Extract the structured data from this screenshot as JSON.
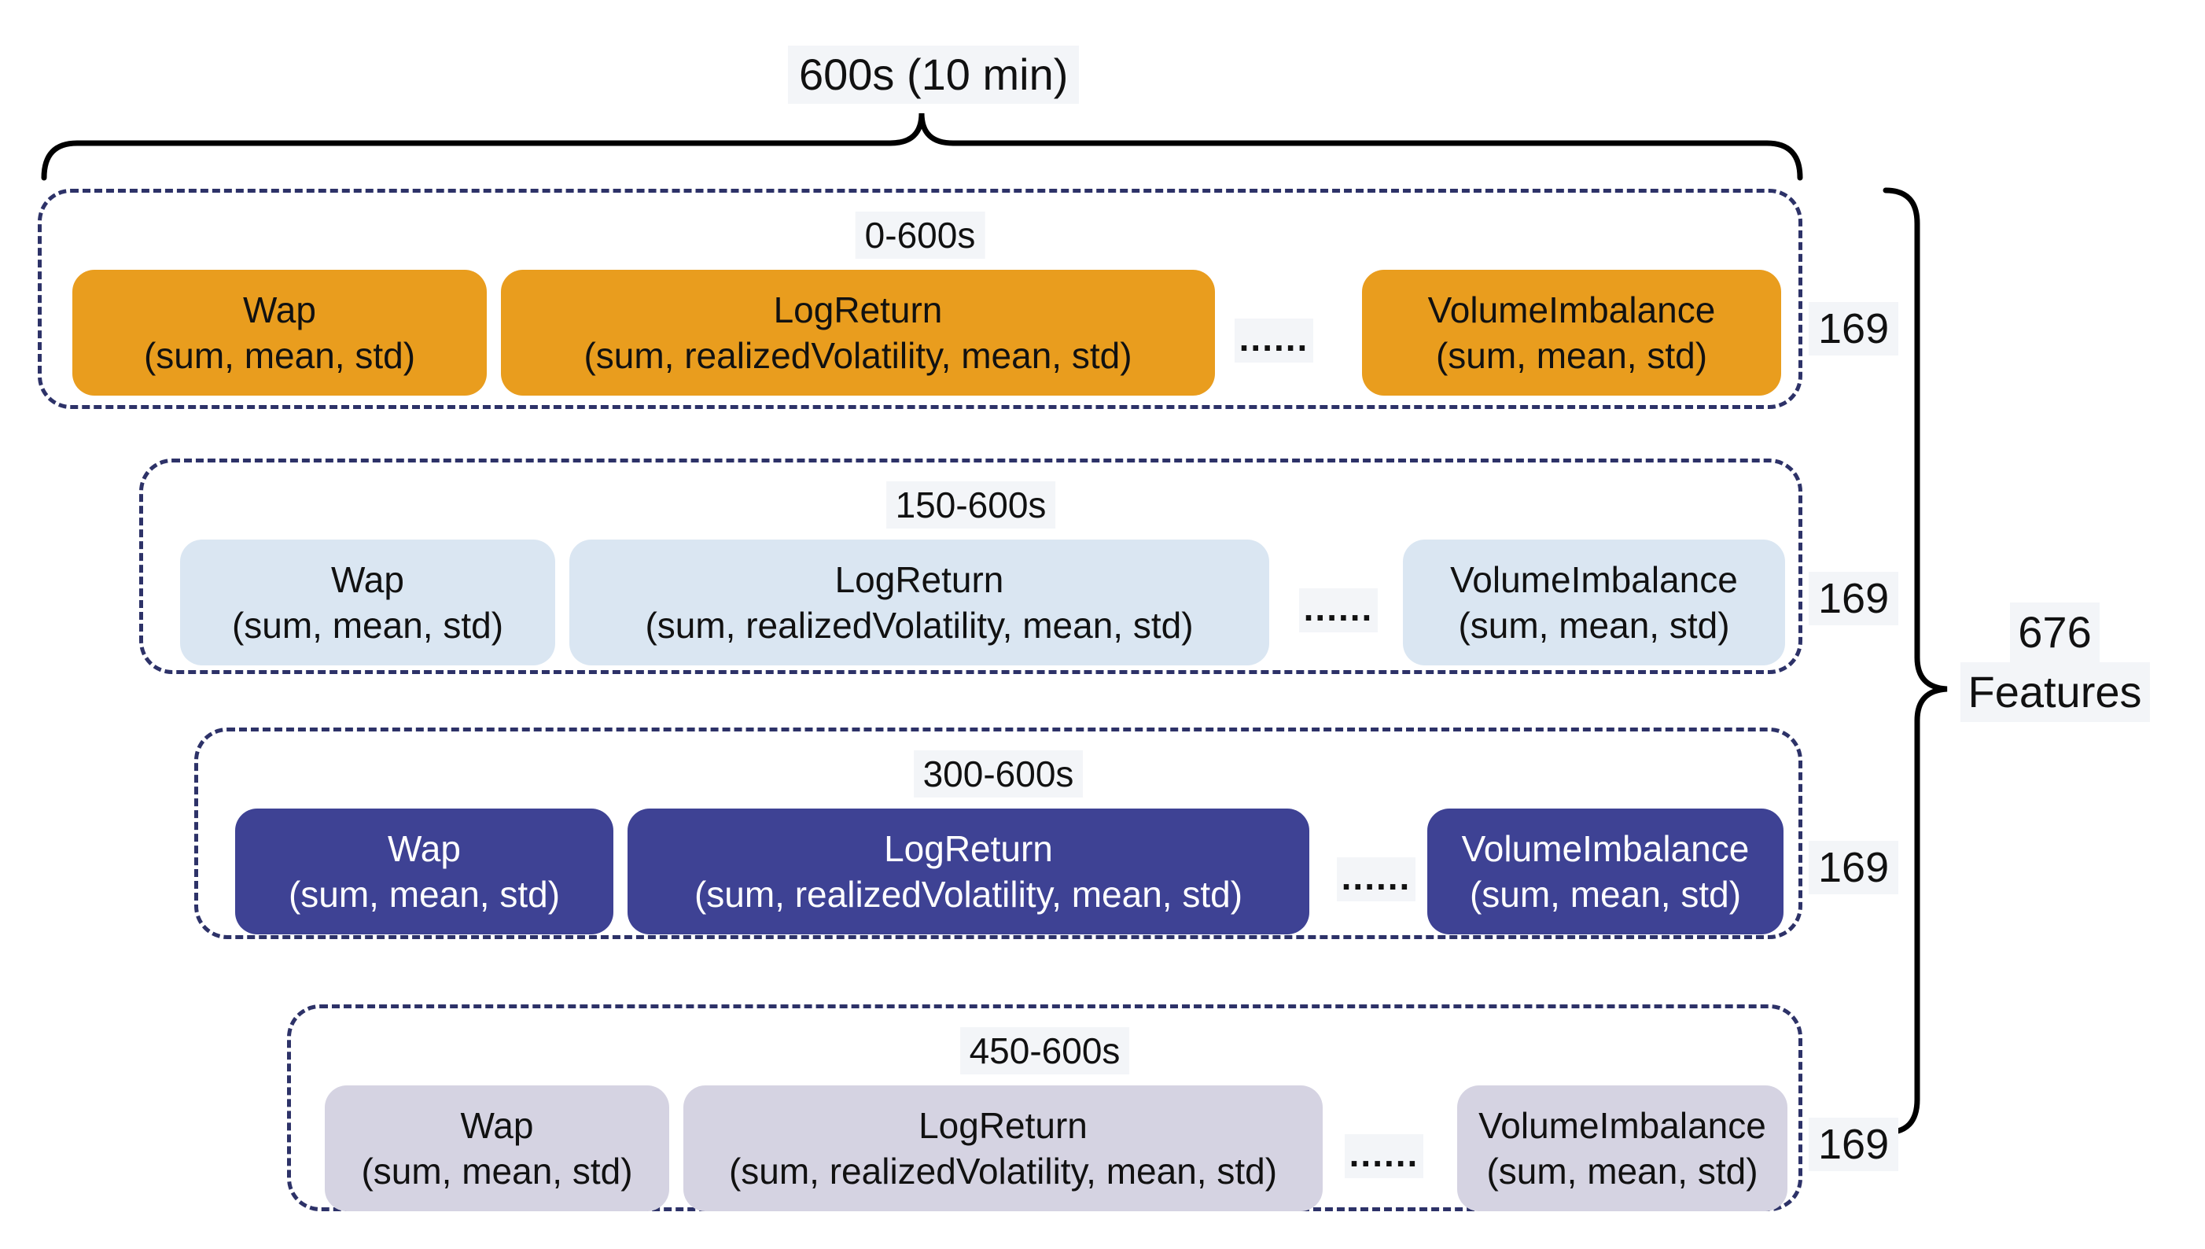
{
  "title": "600s (10 min)",
  "total": {
    "count": "676",
    "label": "Features"
  },
  "rows": [
    {
      "label": "0-600s",
      "count": "169",
      "dots": "......",
      "box_color": "#E99D1E",
      "text_color": "#111111",
      "boxes": [
        {
          "name": "Wap",
          "stats": "(sum, mean, std)"
        },
        {
          "name": "LogReturn",
          "stats": "(sum, realizedVolatility, mean, std)"
        },
        {
          "name": "VolumeImbalance",
          "stats": "(sum, mean, std)"
        }
      ]
    },
    {
      "label": "150-600s",
      "count": "169",
      "dots": "......",
      "box_color": "#DAE6F2",
      "text_color": "#111111",
      "boxes": [
        {
          "name": "Wap",
          "stats": "(sum, mean, std)"
        },
        {
          "name": "LogReturn",
          "stats": "(sum, realizedVolatility, mean, std)"
        },
        {
          "name": "VolumeImbalance",
          "stats": "(sum, mean, std)"
        }
      ]
    },
    {
      "label": "300-600s",
      "count": "169",
      "dots": "......",
      "box_color": "#3E4294",
      "text_color": "#FFFFFF",
      "boxes": [
        {
          "name": "Wap",
          "stats": "(sum, mean, std)"
        },
        {
          "name": "LogReturn",
          "stats": "(sum, realizedVolatility, mean, std)"
        },
        {
          "name": "VolumeImbalance",
          "stats": "(sum, mean, std)"
        }
      ]
    },
    {
      "label": "450-600s",
      "count": "169",
      "dots": "......",
      "box_color": "#D5D3E2",
      "text_color": "#111111",
      "boxes": [
        {
          "name": "Wap",
          "stats": "(sum, mean, std)"
        },
        {
          "name": "LogReturn",
          "stats": "(sum, realizedVolatility, mean, std)"
        },
        {
          "name": "VolumeImbalance",
          "stats": "(sum, mean, std)"
        }
      ]
    }
  ],
  "colors": {
    "dash_border": "#2D3268",
    "brace": "#000000",
    "highlight_bg": "#F3F5F8",
    "background": "#FFFFFF"
  }
}
